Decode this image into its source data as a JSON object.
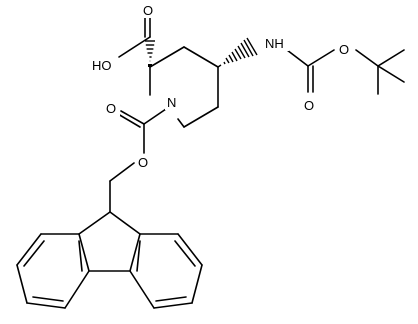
{
  "molecule": {
    "atoms": {
      "o_carbonyl_acid": "O",
      "oh_acid": "HO",
      "nh_carbamate": "NH",
      "o_boc_ester": "O",
      "o_boc_carbonyl": "O",
      "n_ring": "N",
      "o_fmoc_carbonyl": "O",
      "o_fmoc_ester": "O"
    }
  }
}
